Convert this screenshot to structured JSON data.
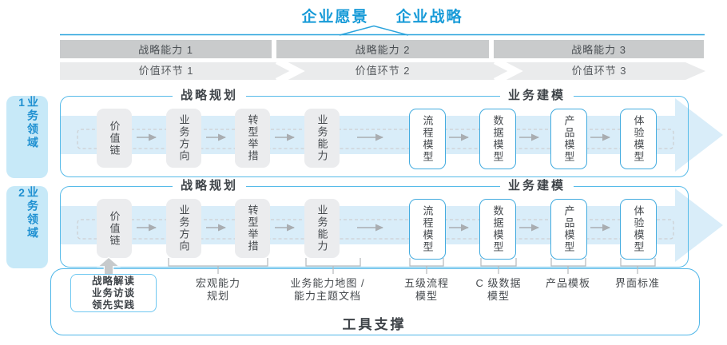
{
  "title": {
    "vision": "企业愿景",
    "strategy": "企业战略"
  },
  "strategic_capabilities": [
    "战略能力 1",
    "战略能力 2",
    "战略能力 3"
  ],
  "value_links": [
    "价值环节 1",
    "价值环节 2",
    "价值环节 3"
  ],
  "domains": [
    {
      "label": "业务领域 1",
      "planning_header": "战略规划",
      "modeling_header": "业务建模",
      "planning_boxes": [
        "价值链",
        "业务方向",
        "转型举措",
        "业务能力"
      ],
      "modeling_boxes": [
        "流程模型",
        "数据模型",
        "产品模型",
        "体验模型"
      ]
    },
    {
      "label": "业务领域 2",
      "planning_header": "战略规划",
      "modeling_header": "业务建模",
      "planning_boxes": [
        "价值链",
        "业务方向",
        "转型举措",
        "业务能力"
      ],
      "modeling_boxes": [
        "流程模型",
        "数据模型",
        "产品模型",
        "体验模型"
      ]
    }
  ],
  "practice_box": {
    "line1": "战略解读",
    "line2": "业务访谈",
    "line3": "领先实践"
  },
  "annotations": [
    {
      "line1": "宏观能力",
      "line2": "规划"
    },
    {
      "line1": "业务能力地图 /",
      "line2": "能力主题文档"
    },
    {
      "line1": "五级流程",
      "line2": "模型"
    },
    {
      "line1": "C 级数据",
      "line2": "模型"
    },
    {
      "line1": "产品模板",
      "line2": ""
    },
    {
      "line1": "界面标准",
      "line2": ""
    }
  ],
  "footer": {
    "label": "工具支撑"
  },
  "colors": {
    "accent_blue": "#189BD8",
    "container_border": "#57BBE9",
    "band_blue": "#D9EDF9",
    "bar_dark": "#C9CBCC",
    "bar_light": "#EAEBEC",
    "box_gray": "#EBECEE",
    "blue_box_border": "#42ABDF",
    "domain_label_bg": "#C7E9F8",
    "text_dark": "#3F4449",
    "arrow_gray": "#A9ADB1"
  }
}
